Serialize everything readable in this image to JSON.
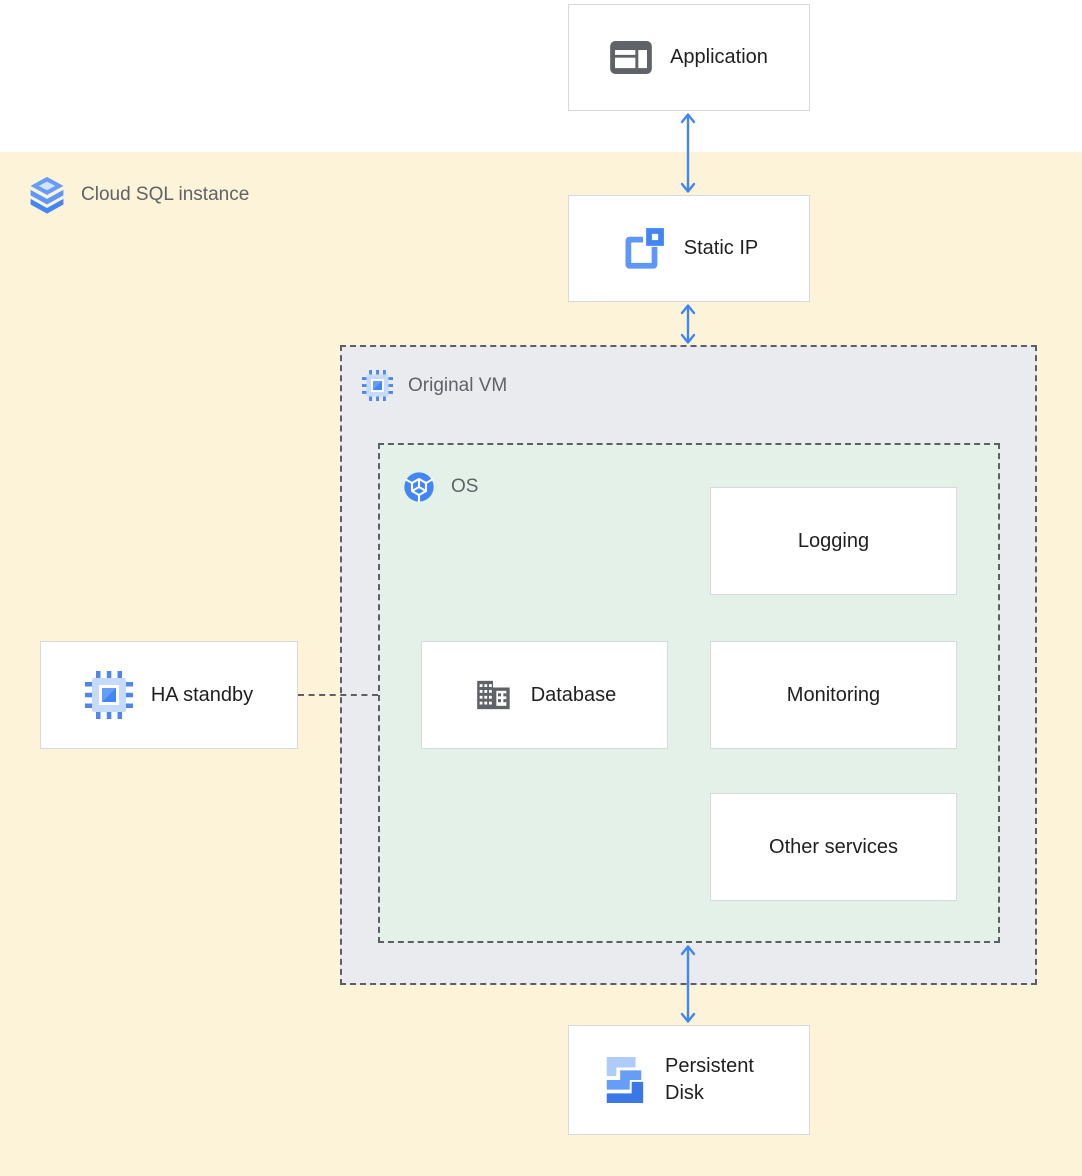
{
  "regions": {
    "cloud_sql": {
      "label": "Cloud SQL instance",
      "icon": "cloud-sql-icon",
      "bg": "#fcf3d8"
    },
    "original_vm": {
      "label": "Original VM",
      "icon": "compute-engine-icon",
      "bg": "#e9ebef"
    },
    "os": {
      "label": "OS",
      "icon": "os-icon",
      "bg": "#e3f1e9"
    }
  },
  "nodes": {
    "application": {
      "label": "Application",
      "icon": "application-window-icon"
    },
    "static_ip": {
      "label": "Static IP",
      "icon": "static-ip-icon"
    },
    "ha_standby": {
      "label": "HA standby",
      "icon": "compute-engine-icon"
    },
    "database": {
      "label": "Database",
      "icon": "building-icon"
    },
    "logging": {
      "label": "Logging"
    },
    "monitoring": {
      "label": "Monitoring"
    },
    "other_services": {
      "label": "Other services"
    },
    "persistent_disk": {
      "label": "Persistent Disk",
      "icon": "persistent-disk-icon"
    }
  },
  "connections": [
    {
      "from": "Application",
      "to": "Static IP",
      "style": "double-arrow",
      "color": "#4285f4"
    },
    {
      "from": "Static IP",
      "to": "Original VM",
      "style": "double-arrow",
      "color": "#4285f4"
    },
    {
      "from": "OS",
      "to": "Persistent Disk",
      "style": "double-arrow",
      "color": "#4285f4"
    },
    {
      "from": "HA standby",
      "to": "Original VM",
      "style": "dashed-line",
      "color": "#5c5f63"
    }
  ],
  "colors": {
    "arrow_blue": "#4285f4",
    "dashed_gray": "#5c5f63",
    "node_border": "#d5d9dd",
    "node_text": "#1f1f1f",
    "label_text": "#5f6368",
    "blue_light": "#aecbfa",
    "blue_mid": "#669df6",
    "blue_dark": "#4285f4"
  }
}
